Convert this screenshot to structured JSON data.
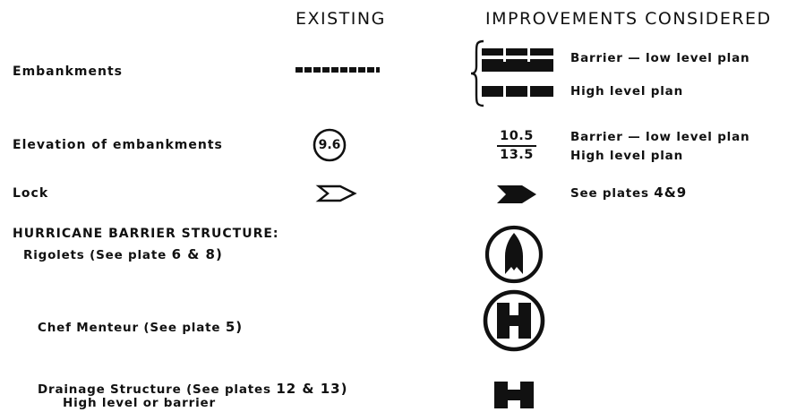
{
  "headers": {
    "existing": "EXISTING",
    "improvements": "IMPROVEMENTS CONSIDERED"
  },
  "rows": {
    "embankments": {
      "label": "Embankments",
      "barrier_plan": "Barrier — low level plan",
      "high_plan": "High level plan"
    },
    "elevation": {
      "label": "Elevation of embankments",
      "existing_value": "9.6",
      "barrier_value": "10.5",
      "high_value": "13.5",
      "barrier_plan": "Barrier — low level plan",
      "high_plan": "High level plan"
    },
    "lock": {
      "label": "Lock",
      "note": "See plates",
      "note_plates": "4&9"
    }
  },
  "hurricane": {
    "title": "HURRICANE BARRIER STRUCTURE:",
    "rigolets": {
      "label": "Rigolets (See plate",
      "plates": "6 & 8)"
    },
    "chef": {
      "label": "Chef Menteur (See plate",
      "plates": "5)"
    },
    "drainage": {
      "label": "Drainage Structure (See plates",
      "plates": "12 & 13)",
      "sub": "High level or barrier"
    }
  },
  "icons": {
    "existing_embankment": "dashed-embankment-line",
    "barrier_embankment": "double-heavy-dashed-line",
    "high_embankment": "heavy-dashed-line",
    "existing_lock": "outline-chevron-arrow",
    "improved_lock": "solid-chevron-arrow",
    "rigolets": "circle-with-pointed-arch",
    "chef_menteur": "circle-with-H",
    "drainage": "solid-H"
  },
  "colors": {
    "ink": "#111111",
    "background": "#ffffff"
  }
}
